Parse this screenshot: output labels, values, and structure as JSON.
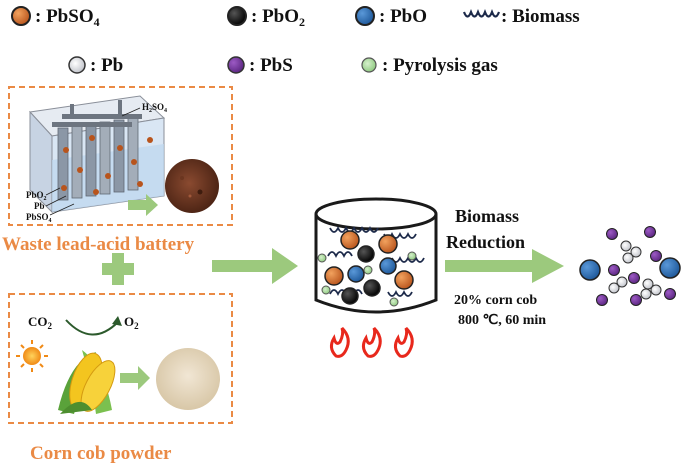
{
  "legend": [
    {
      "symbol": "pbso4",
      "text": "PbSO",
      "sub": "4"
    },
    {
      "symbol": "pbo2",
      "text": "PbO",
      "sub": "2"
    },
    {
      "symbol": "pbo",
      "text": "PbO",
      "sub": ""
    },
    {
      "symbol": "biomass",
      "text": "Biomass",
      "sub": ""
    },
    {
      "symbol": "pb",
      "text": "Pb",
      "sub": ""
    },
    {
      "symbol": "pbs",
      "text": "PbS",
      "sub": ""
    },
    {
      "symbol": "gas",
      "text": "Pyrolysis gas",
      "sub": ""
    }
  ],
  "legend_separator": ": ",
  "battery": {
    "title": "Waste lead-acid battery",
    "h2so4_main": "H",
    "h2so4_sub1": "2",
    "h2so4_mid": "SO",
    "h2so4_sub2": "4",
    "pbo2_main": "PbO",
    "pbo2_sub": "2",
    "pb_label": "Pb",
    "pbso4_main": "PbSO",
    "pbso4_sub": "4"
  },
  "corn": {
    "title": "Corn cob powder",
    "co2_main": "CO",
    "co2_sub": "2",
    "o2_main": "O",
    "o2_sub": "2"
  },
  "process": {
    "line1": "Biomass",
    "line2": "Reduction",
    "cond1": "20% corn cob",
    "cond2": "800 ℃, 60 min"
  },
  "colors": {
    "orange": "#ea8a45",
    "green_arrow": "#9cc97d",
    "pbso4": "#c9662a",
    "pbo": "#2f6fb0",
    "pbs": "#7a3aa0",
    "gas": "#a6d79a",
    "flame": "#e8281c"
  }
}
